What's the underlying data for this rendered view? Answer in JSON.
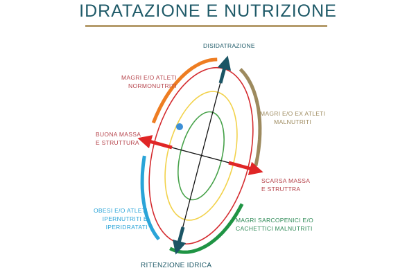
{
  "title": "IDRATAZIONE E NUTRIZIONE",
  "axes": {
    "top": "DISIDATRAZIONE",
    "bottom": "RITENZIONE IDRICA",
    "left": [
      "BUONA MASSA",
      "E STRUTTURA"
    ],
    "right": [
      "SCARSA MASSA",
      "E STRUTTRA"
    ]
  },
  "groups": [
    {
      "lines": [
        "MAGRI E/O ATLETI",
        "NORMONUTRITI"
      ],
      "color": "#ee7d22"
    },
    {
      "lines": [
        "MAGRI E/O EX ATLETI",
        "MALNUTRITI"
      ],
      "color": "#9d8a5e"
    },
    {
      "lines": [
        "OBESI E/O ATLETI",
        "IPERNUTRITI E",
        "IPERIDRATATI"
      ],
      "color": "#2aa4d8"
    },
    {
      "lines": [
        "MAGRI SARCOPENICI E/O",
        "CACHETTICI MALNUTRITI"
      ],
      "color": "#1f9444"
    }
  ],
  "colors": {
    "title": "#1f5a68",
    "axis_arrow": "#1b5565",
    "mass_arrow": "#e02626",
    "ellipse_outer": "#d42a2e",
    "ellipse_mid": "#f2d24b",
    "ellipse_inner": "#47a24a",
    "point": "#3c8fd6",
    "label_red": "#b5424a",
    "label_brown": "#9d8a5e",
    "label_blue": "#2aa4d8",
    "label_green": "#2e8a56"
  }
}
